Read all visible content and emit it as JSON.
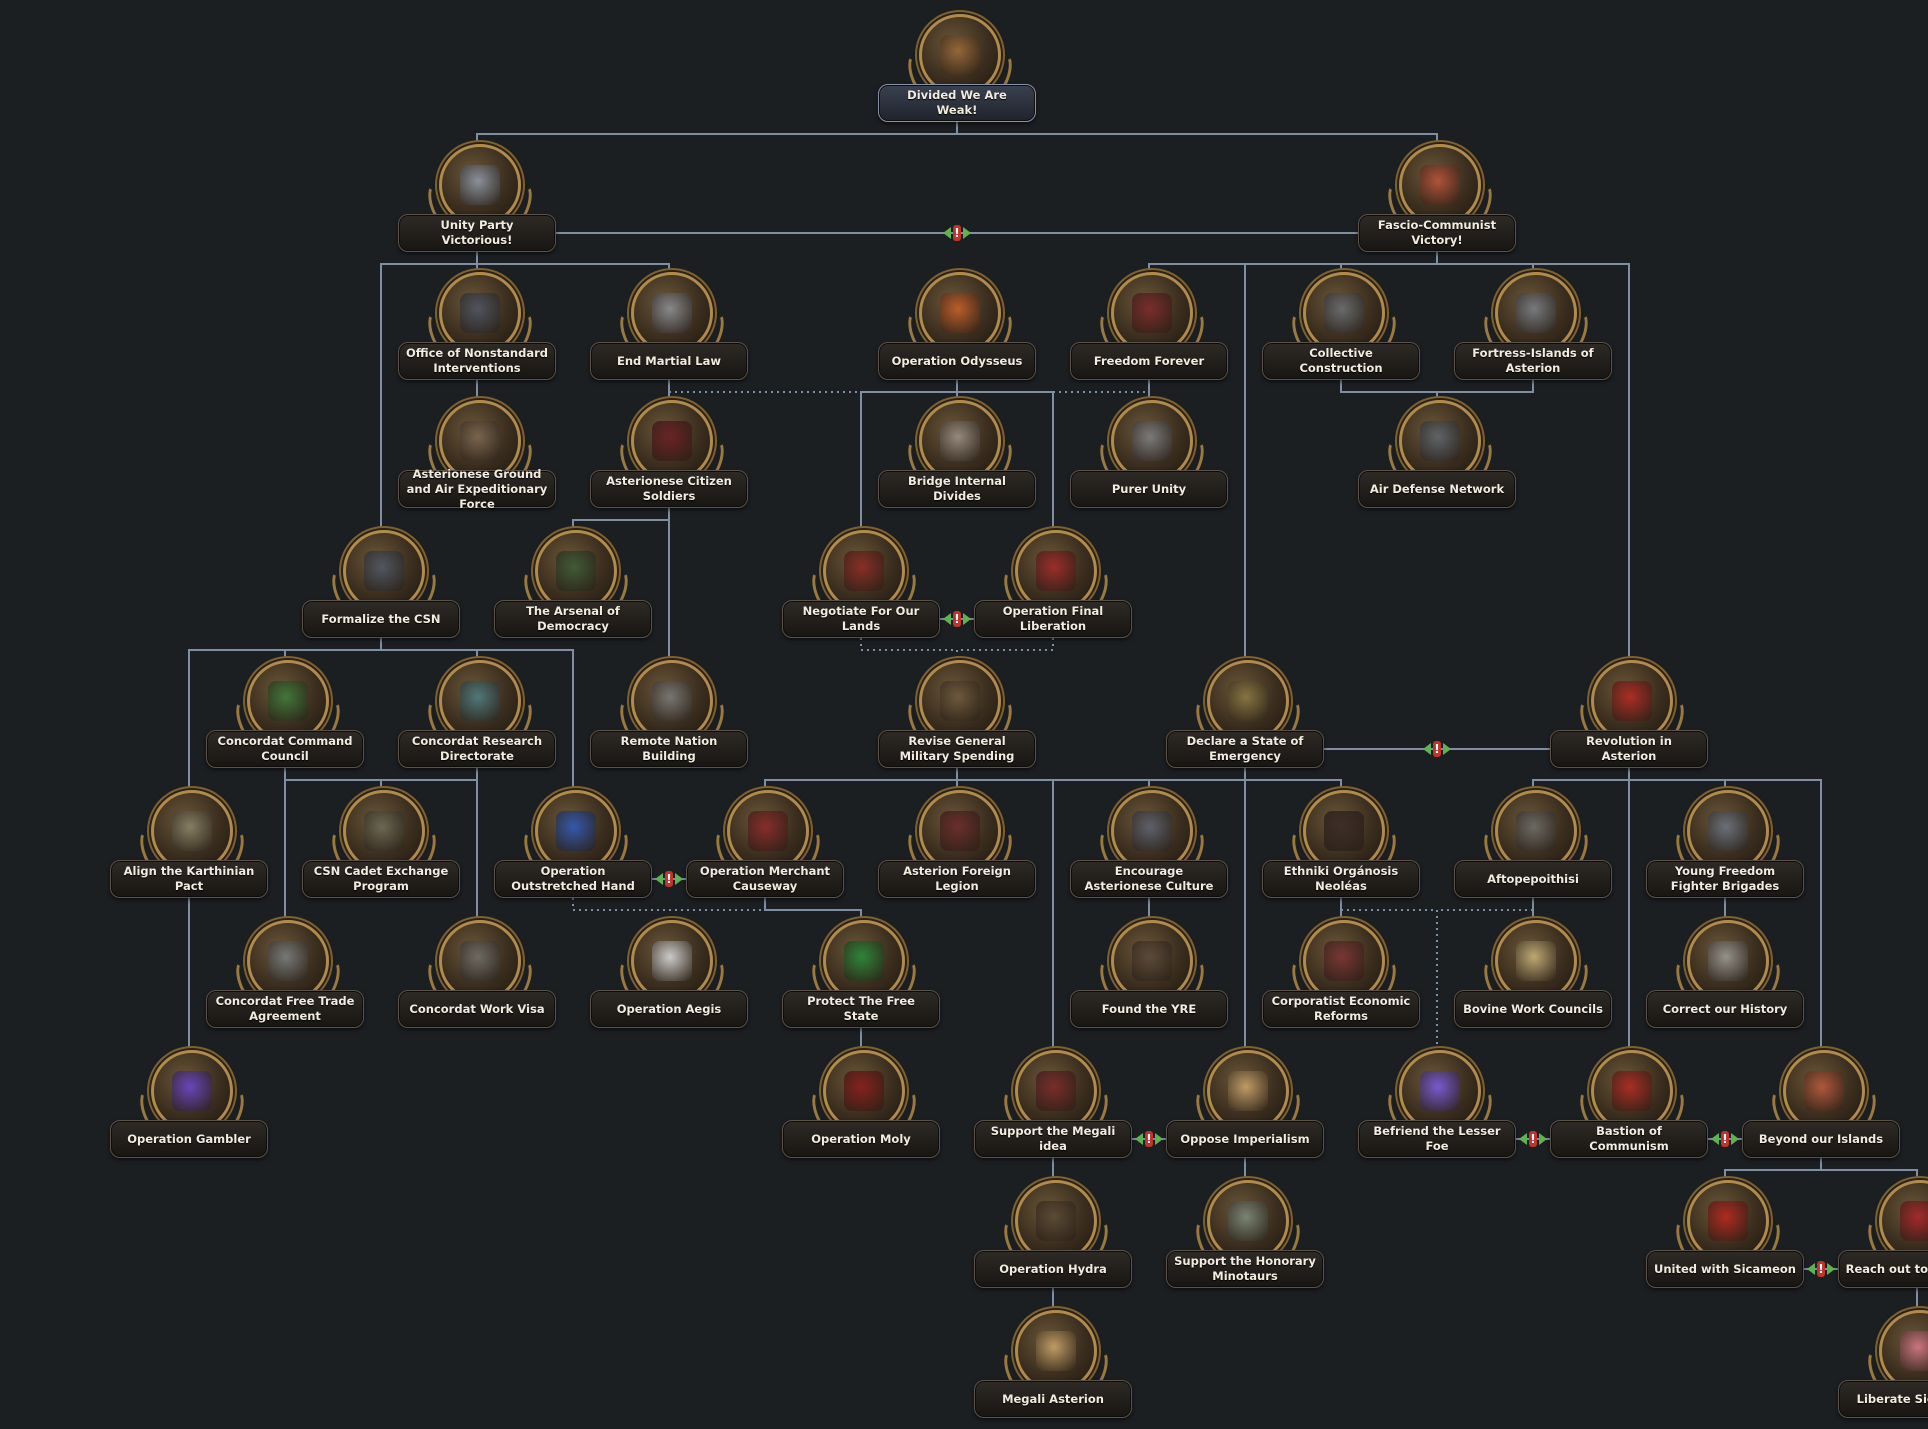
{
  "palette": {
    "background": "#1c1f22",
    "line": "#7f8fa3",
    "gold": "#b08b4c",
    "exclusive_red": "#c0342b",
    "exclusive_green": "#5fb24f"
  },
  "foci": [
    {
      "id": "divided",
      "label": "Divided We Are Weak!",
      "icon": "wooden-crate-icon",
      "tone": "#9a6a3a",
      "root": true
    },
    {
      "id": "unity",
      "label": "Unity Party Victorious!",
      "icon": "raised-fist-icon",
      "tone": "#8e98a6"
    },
    {
      "id": "fascio",
      "label": "Fascio-Communist Victory!",
      "icon": "handshake-icon",
      "tone": "#b7543a"
    },
    {
      "id": "office",
      "label": "Office of Nonstandard Interventions",
      "icon": "briefcase-icon",
      "tone": "#4d5563"
    },
    {
      "id": "endmartial",
      "label": "End Martial Law",
      "icon": "dove-compass-icon",
      "tone": "#8c8f95"
    },
    {
      "id": "odysseus",
      "label": "Operation Odysseus",
      "icon": "fire-ship-icon",
      "tone": "#c4602a"
    },
    {
      "id": "freedomforever",
      "label": "Freedom Forever",
      "icon": "helmet-icon",
      "tone": "#7d2a2a"
    },
    {
      "id": "collective",
      "label": "Collective Construction",
      "icon": "shield-icon",
      "tone": "#6a6e74"
    },
    {
      "id": "fortress",
      "label": "Fortress-Islands of Asterion",
      "icon": "fortress-icon",
      "tone": "#7a7f86"
    },
    {
      "id": "groundair",
      "label": "Asterionese Ground and Air Expeditionary Force",
      "icon": "eye-pyramid-icon",
      "tone": "#7b6750"
    },
    {
      "id": "citizen",
      "label": "Asterionese Citizen Soldiers",
      "icon": "axe-banner-icon",
      "tone": "#6b1f24"
    },
    {
      "id": "bridge",
      "label": "Bridge Internal Divides",
      "icon": "handshake-icon",
      "tone": "#9b8f84"
    },
    {
      "id": "purer",
      "label": "Purer Unity",
      "icon": "fasces-icon",
      "tone": "#7e7f84"
    },
    {
      "id": "airdefense",
      "label": "Air Defense Network",
      "icon": "anti-air-icon",
      "tone": "#5e666e"
    },
    {
      "id": "formalize",
      "label": "Formalize the CSN",
      "icon": "knight-helmet-icon",
      "tone": "#4f5866"
    },
    {
      "id": "arsenal",
      "label": "The Arsenal of Democracy",
      "icon": "factory-icon",
      "tone": "#3f5b37"
    },
    {
      "id": "negotiate",
      "label": "Negotiate For Our Lands",
      "icon": "star-hands-icon",
      "tone": "#8c2c25"
    },
    {
      "id": "finalliberation",
      "label": "Operation Final Liberation",
      "icon": "broken-chain-icon",
      "tone": "#a12a2a"
    },
    {
      "id": "ccc",
      "label": "Concordat Command Council",
      "icon": "green-arrow-icon",
      "tone": "#3f7a3a"
    },
    {
      "id": "crd",
      "label": "Concordat Research Directorate",
      "icon": "flask-icon",
      "tone": "#4f7c80"
    },
    {
      "id": "remotenation",
      "label": "Remote Nation Building",
      "icon": "crossed-hammers-icon",
      "tone": "#7a7a78"
    },
    {
      "id": "revise",
      "label": "Revise General Military Spending",
      "icon": "minotaur-icon",
      "tone": "#6e5a3d"
    },
    {
      "id": "declare",
      "label": "Declare a State of Emergency",
      "icon": "eagle-emblem-icon",
      "tone": "#8a7844"
    },
    {
      "id": "revolution",
      "label": "Revolution in Asterion",
      "icon": "red-star-icon",
      "tone": "#b32a24"
    },
    {
      "id": "karthinian",
      "label": "Align the Karthinian Pact",
      "icon": "griffin-icon",
      "tone": "#8a8368"
    },
    {
      "id": "cadet",
      "label": "CSN Cadet Exchange Program",
      "icon": "soldiers-icon",
      "tone": "#6d6a56"
    },
    {
      "id": "outstretched",
      "label": "Operation Outstretched Hand",
      "icon": "heraldic-shield-icon",
      "tone": "#2f5ab8"
    },
    {
      "id": "merchant",
      "label": "Operation Merchant Causeway",
      "icon": "iron-cross-icon",
      "tone": "#8a2a2a"
    },
    {
      "id": "foreignlegion",
      "label": "Asterion Foreign Legion",
      "icon": "minotaur-legion-icon",
      "tone": "#6b2b2b"
    },
    {
      "id": "encourage",
      "label": "Encourage Asterionese Culture",
      "icon": "helmet-crest-icon",
      "tone": "#5e6270"
    },
    {
      "id": "ethniki",
      "label": "Ethniki Orgánosis Neoléas",
      "icon": "spartan-helmet-icon",
      "tone": "#3a2b27"
    },
    {
      "id": "aftopepoithisi",
      "label": "Aftopepoithisi",
      "icon": "crossed-tools-icon",
      "tone": "#6c6c68"
    },
    {
      "id": "youngfreedom",
      "label": "Young Freedom Fighter Brigades",
      "icon": "young-soldier-icon",
      "tone": "#6b7480"
    },
    {
      "id": "freetrade",
      "label": "Concordat Free Trade Agreement",
      "icon": "compass-icon",
      "tone": "#7a7d7e"
    },
    {
      "id": "workvisa",
      "label": "Concordat Work Visa",
      "icon": "crossed-hammers-icon",
      "tone": "#6f6e69"
    },
    {
      "id": "aegis",
      "label": "Operation Aegis",
      "icon": "pony-icon",
      "tone": "#d8d8d8"
    },
    {
      "id": "freestate",
      "label": "Protect The Free State",
      "icon": "white-dove-icon",
      "tone": "#2a8a3a"
    },
    {
      "id": "yre",
      "label": "Found the YRE",
      "icon": "radio-tower-icon",
      "tone": "#5b4a3b"
    },
    {
      "id": "corporatist",
      "label": "Corporatist Economic Reforms",
      "icon": "gear-factory-icon",
      "tone": "#7b3434"
    },
    {
      "id": "bovine",
      "label": "Bovine Work Councils",
      "icon": "workers-crowd-icon",
      "tone": "#c8b27a"
    },
    {
      "id": "correcthistory",
      "label": "Correct our History",
      "icon": "document-icon",
      "tone": "#9a9a94"
    },
    {
      "id": "gambler",
      "label": "Operation Gambler",
      "icon": "purple-eagle-icon",
      "tone": "#6a45c8"
    },
    {
      "id": "moly",
      "label": "Operation Moly",
      "icon": "red-flower-icon",
      "tone": "#8a1c1c"
    },
    {
      "id": "megali",
      "label": "Support the Megali idea",
      "icon": "iron-cross-icon",
      "tone": "#7a2a2a"
    },
    {
      "id": "opposeimp",
      "label": "Oppose Imperialism",
      "icon": "fist-icon",
      "tone": "#c9a46a"
    },
    {
      "id": "lesserfoe",
      "label": "Befriend the Lesser Foe",
      "icon": "purple-flag-icon",
      "tone": "#7b5be0"
    },
    {
      "id": "bastion",
      "label": "Bastion of Communism",
      "icon": "hammer-sickle-star-icon",
      "tone": "#b02a22"
    },
    {
      "id": "beyond",
      "label": "Beyond our Islands",
      "icon": "handshake-icon",
      "tone": "#b65a3d"
    },
    {
      "id": "hydra",
      "label": "Operation Hydra",
      "icon": "crossed-swords-icon",
      "tone": "#5a4a36"
    },
    {
      "id": "minotaurs",
      "label": "Support the Honorary Minotaurs",
      "icon": "handshake-icon",
      "tone": "#7d8a7a"
    },
    {
      "id": "sicameon",
      "label": "United with Sicameon",
      "icon": "red-flag-icon",
      "tone": "#b7271f"
    },
    {
      "id": "prywhen",
      "label": "Reach out to Prywhen",
      "icon": "black-star-flag-icon",
      "tone": "#a8262a"
    },
    {
      "id": "megaliasterion",
      "label": "Megali Asterion",
      "icon": "fist-icon",
      "tone": "#c9a46a"
    },
    {
      "id": "liberatesicameon",
      "label": "Liberate Sicameon",
      "icon": "pink-star-icon",
      "tone": "#d47a86"
    }
  ],
  "exclusives": [
    {
      "between": [
        "unity",
        "fascio"
      ]
    },
    {
      "between": [
        "negotiate",
        "finalliberation"
      ]
    },
    {
      "between": [
        "declare",
        "revolution"
      ]
    },
    {
      "between": [
        "outstretched",
        "merchant"
      ]
    },
    {
      "between": [
        "megali",
        "opposeimp"
      ]
    },
    {
      "between": [
        "lesserfoe",
        "bastion"
      ]
    },
    {
      "between": [
        "bastion",
        "beyond"
      ]
    },
    {
      "between": [
        "sicameon",
        "prywhen"
      ]
    }
  ],
  "links": [
    [
      "divided",
      "unity"
    ],
    [
      "divided",
      "fascio"
    ],
    [
      "unity",
      "office"
    ],
    [
      "unity",
      "formalize"
    ],
    [
      "unity",
      "endmartial"
    ],
    [
      "fascio",
      "freedomforever"
    ],
    [
      "fascio",
      "collective"
    ],
    [
      "fascio",
      "fortress"
    ],
    [
      "fascio",
      "declare"
    ],
    [
      "fascio",
      "revolution"
    ],
    [
      "office",
      "groundair"
    ],
    [
      "endmartial",
      "citizen"
    ],
    [
      "citizen",
      "arsenal"
    ],
    [
      "citizen",
      "remotenation"
    ],
    [
      "odysseus",
      "bridge"
    ],
    [
      "odysseus",
      "negotiate"
    ],
    [
      "odysseus",
      "finalliberation"
    ],
    [
      "freedomforever",
      "purer"
    ],
    [
      "collective",
      "airdefense"
    ],
    [
      "fortress",
      "airdefense"
    ],
    [
      "formalize",
      "ccc"
    ],
    [
      "formalize",
      "crd"
    ],
    [
      "formalize",
      "karthinian"
    ],
    [
      "formalize",
      "outstretched"
    ],
    [
      "ccc",
      "freetrade"
    ],
    [
      "ccc",
      "cadet"
    ],
    [
      "crd",
      "cadet"
    ],
    [
      "crd",
      "workvisa"
    ],
    [
      "karthinian",
      "gambler"
    ],
    [
      "revise",
      "merchant"
    ],
    [
      "revise",
      "foreignlegion"
    ],
    [
      "revise",
      "encourage"
    ],
    [
      "revise",
      "ethniki"
    ],
    [
      "revise",
      "megali"
    ],
    [
      "merchant",
      "freestate"
    ],
    [
      "freestate",
      "moly"
    ],
    [
      "encourage",
      "yre"
    ],
    [
      "ethniki",
      "corporatist"
    ],
    [
      "declare",
      "opposeimp"
    ],
    [
      "revolution",
      "aftopepoithisi"
    ],
    [
      "revolution",
      "youngfreedom"
    ],
    [
      "revolution",
      "bastion"
    ],
    [
      "revolution",
      "beyond"
    ],
    [
      "aftopepoithisi",
      "bovine"
    ],
    [
      "youngfreedom",
      "correcthistory"
    ],
    [
      "megali",
      "hydra"
    ],
    [
      "hydra",
      "megaliasterion"
    ],
    [
      "opposeimp",
      "minotaurs"
    ],
    [
      "beyond",
      "sicameon"
    ],
    [
      "beyond",
      "prywhen"
    ],
    [
      "prywhen",
      "liberatesicameon"
    ]
  ],
  "dotted_links": [
    [
      "endmartial",
      "freedomforever"
    ],
    [
      "negotiate",
      "revise"
    ],
    [
      "finalliberation",
      "revise"
    ],
    [
      "outstretched",
      "freestate"
    ],
    [
      "merchant",
      "freestate"
    ],
    [
      "ethniki",
      "lesserfoe"
    ],
    [
      "aftopepoithisi",
      "lesserfoe"
    ]
  ]
}
